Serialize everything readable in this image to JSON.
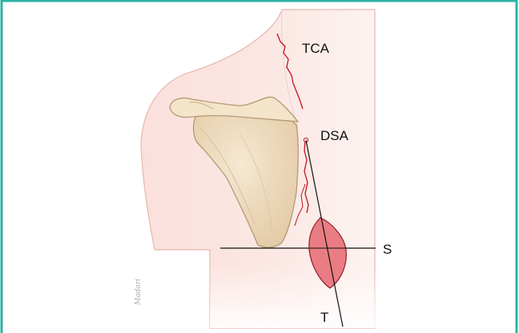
{
  "labels": {
    "tca": "TCA",
    "dsa": "DSA",
    "s": "S",
    "t": "T"
  },
  "artist_signature": "Madari",
  "colors": {
    "frame": "#2bb3a3",
    "skin": "#fbe3df",
    "skin_edge": "#e7b7af",
    "bone": "#efdcbf",
    "bone_edge": "#b59a73",
    "artery": "#c1121f",
    "flap_fill": "#e8737a",
    "flap_edge": "#8f1d2a",
    "line": "#111111"
  }
}
